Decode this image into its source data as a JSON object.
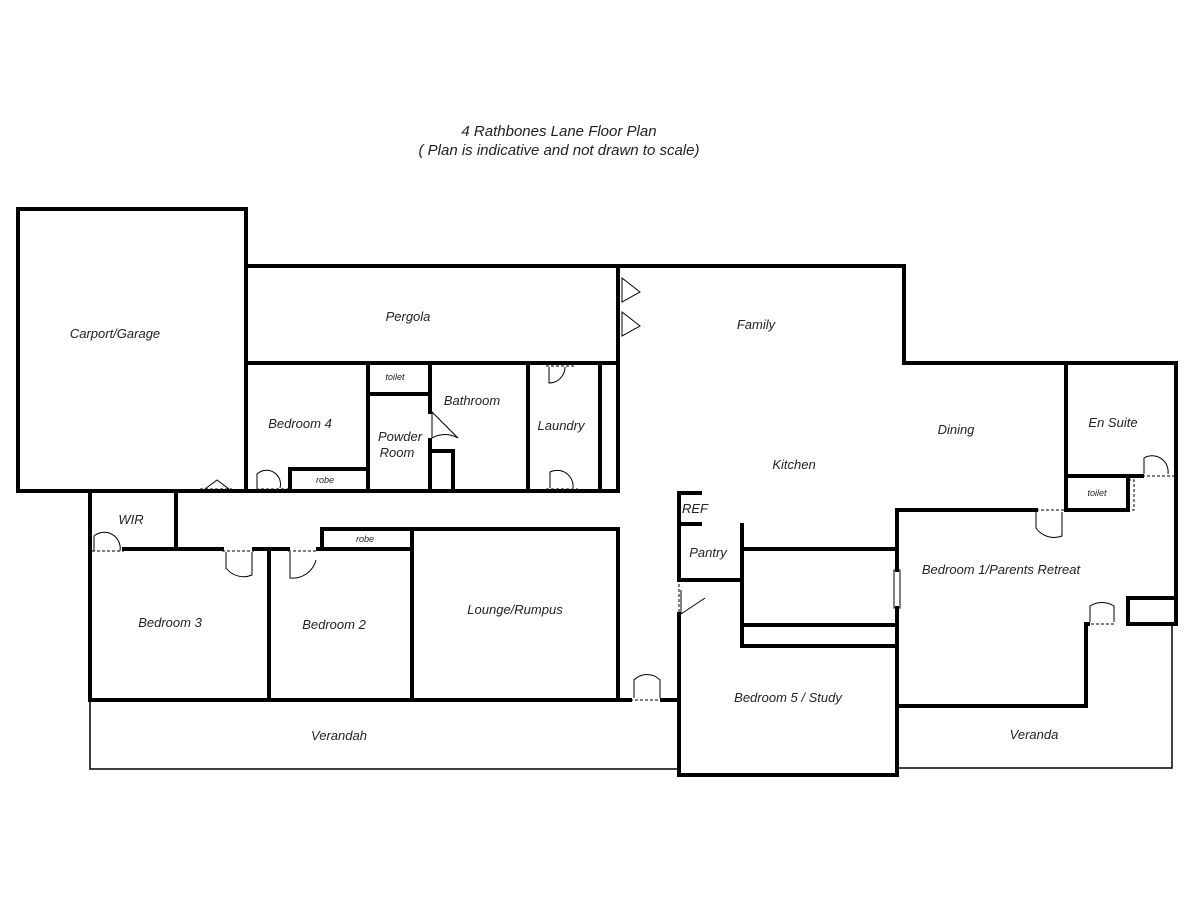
{
  "title": {
    "line1": "4 Rathbones Lane Floor Plan",
    "line2": "( Plan is indicative and not drawn to scale)"
  },
  "rooms": {
    "carport": "Carport/Garage",
    "pergola": "Pergola",
    "family": "Family",
    "bedroom4": "Bedroom 4",
    "toilet1": "toilet",
    "bathroom": "Bathroom",
    "powder_line1": "Powder",
    "powder_line2": "Room",
    "laundry": "Laundry",
    "robe1": "robe",
    "kitchen": "Kitchen",
    "dining": "Dining",
    "ensuite": "En Suite",
    "toilet2": "toilet",
    "wir": "WIR",
    "ref": "REF",
    "pantry": "Pantry",
    "robe2": "robe",
    "bedroom1": "Bedroom 1/Parents Retreat",
    "bedroom3": "Bedroom 3",
    "bedroom2": "Bedroom 2",
    "lounge": "Lounge/Rumpus",
    "bedroom5": "Bedroom 5 / Study",
    "verandah": "Verandah",
    "veranda": "Veranda"
  }
}
